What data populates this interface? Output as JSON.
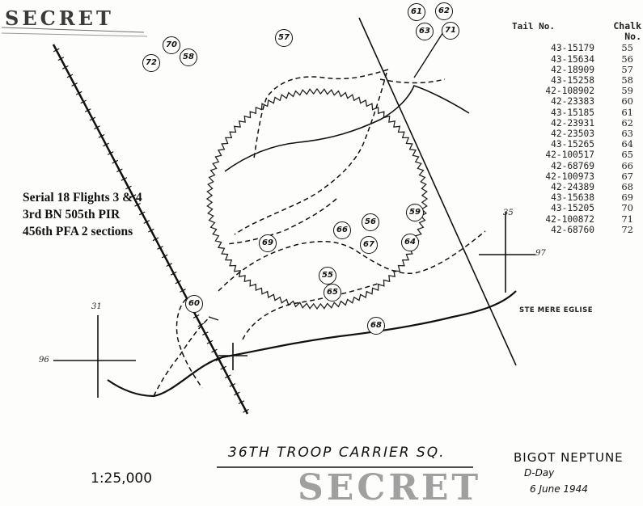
{
  "stamp": {
    "text": "SECRET"
  },
  "overlay": {
    "line1": "Serial 18 Flights 3 & 4",
    "line2": "3rd BN 505th PIR",
    "line3": "456th PFA 2 sections"
  },
  "table": {
    "header_tail": "Tail No.",
    "header_chalk": "Chalk No.",
    "rows": [
      {
        "tail": "43-15179",
        "chalk": "55"
      },
      {
        "tail": "43-15634",
        "chalk": "56"
      },
      {
        "tail": "42-18909",
        "chalk": "57"
      },
      {
        "tail": "43-15258",
        "chalk": "58"
      },
      {
        "tail": "42-108902",
        "chalk": "59"
      },
      {
        "tail": "42-23383",
        "chalk": "60"
      },
      {
        "tail": "43-15185",
        "chalk": "61"
      },
      {
        "tail": "42-23931",
        "chalk": "62"
      },
      {
        "tail": "42-23503",
        "chalk": "63"
      },
      {
        "tail": "43-15265",
        "chalk": "64"
      },
      {
        "tail": "42-100517",
        "chalk": "65"
      },
      {
        "tail": "42-68769",
        "chalk": "66"
      },
      {
        "tail": "42-100973",
        "chalk": "67"
      },
      {
        "tail": "42-24389",
        "chalk": "68"
      },
      {
        "tail": "43-15638",
        "chalk": "69"
      },
      {
        "tail": "43-15205",
        "chalk": "70"
      },
      {
        "tail": "42-100872",
        "chalk": "71"
      },
      {
        "tail": "42-68760",
        "chalk": "72"
      }
    ]
  },
  "markers": {
    "m70": "70",
    "m72": "72",
    "m58a": "58",
    "m57": "57",
    "m61": "61",
    "m62": "62",
    "m63": "63",
    "m71": "71",
    "m59": "59",
    "m66": "66",
    "m56": "56",
    "m67": "67",
    "m64": "64",
    "m69": "69",
    "m55": "55",
    "m65": "65",
    "m60": "60",
    "m68": "68"
  },
  "coords": {
    "c31": "31",
    "c96": "96",
    "c35": "35",
    "c97": "97"
  },
  "place_label": "STE MERE EGLISE",
  "unit_title": "36TH TROOP CARRIER SQ.",
  "scale": "1:25,000",
  "bigot": "BIGOT NEPTUNE",
  "dday": "D-Day",
  "date": "6 June 1944"
}
